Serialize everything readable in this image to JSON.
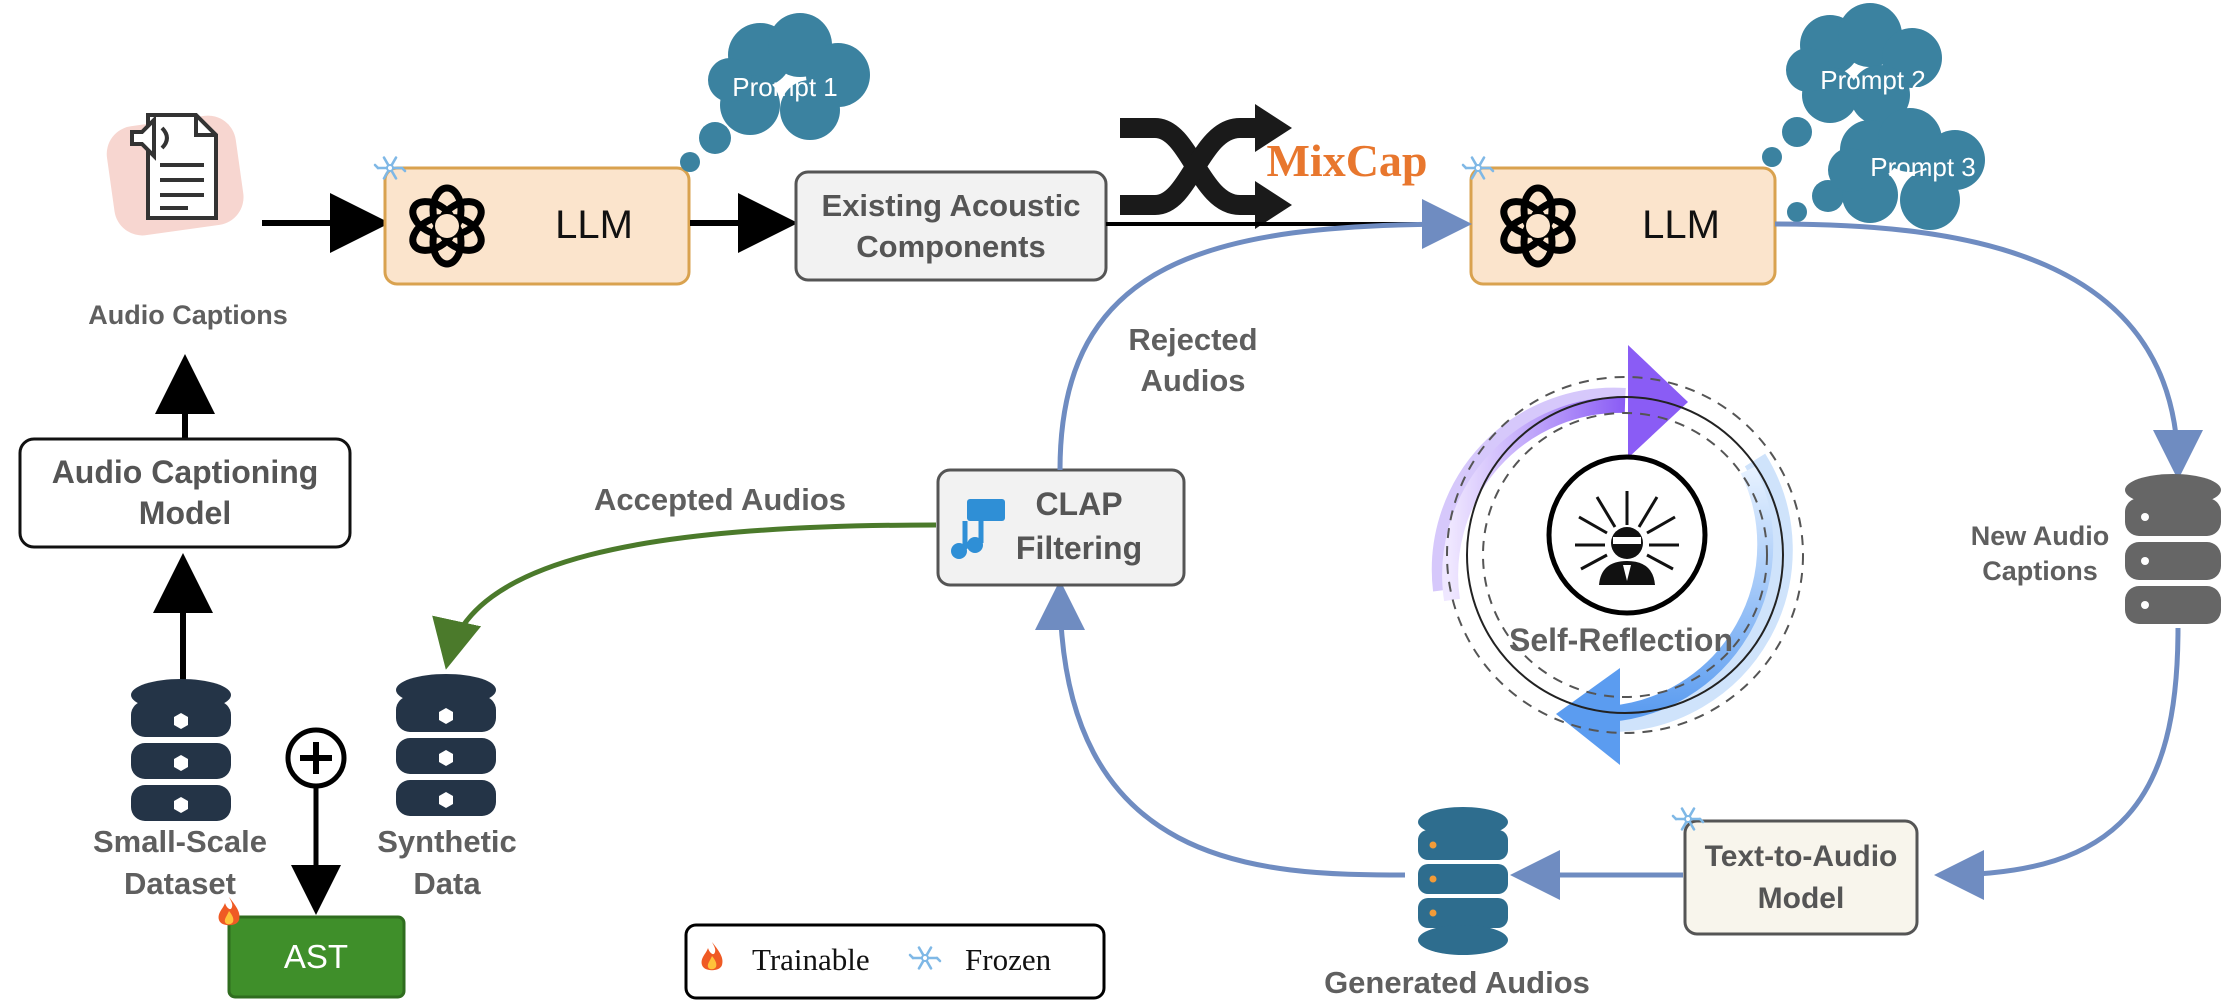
{
  "labels": {
    "audio_captions": "Audio Captions",
    "audio_captioning_model": [
      "Audio Captioning",
      "Model"
    ],
    "small_scale_dataset": [
      "Small-Scale",
      "Dataset"
    ],
    "synthetic_data": [
      "Synthetic",
      "Data"
    ],
    "ast": "AST",
    "llm_left": "LLM",
    "llm_right": "LLM",
    "existing_components": [
      "Existing Acoustic",
      "Components"
    ],
    "mixcap": "MixCap",
    "prompt1": "Prompt 1",
    "prompt2": "Prompt 2",
    "prompt3": "Prompt 3",
    "rejected_audios": [
      "Rejected",
      "Audios"
    ],
    "accepted_audios": "Accepted Audios",
    "clap_filtering": [
      "CLAP",
      "Filtering"
    ],
    "self_reflection": "Self-Reflection",
    "new_audio_captions": [
      "New Audio",
      "Captions"
    ],
    "text_to_audio_model": [
      "Text-to-Audio",
      "Model"
    ],
    "generated_audios": "Generated Audios"
  },
  "legend": {
    "trainable": "Trainable",
    "frozen": "Frozen"
  },
  "icons": {
    "trainable": "fire-icon",
    "frozen": "snowflake-icon",
    "openai": "openai-logo-icon",
    "shuffle": "shuffle-icon",
    "database": "database-icon",
    "plus": "plus-circle-icon",
    "audio_doc": "audio-document-icon"
  },
  "colors": {
    "llm_fill": "#fbe4cc",
    "llm_border": "#d9a24f",
    "cloud": "#3b82a0",
    "loop_arrow": "#6f8cc1",
    "accepted_arrow": "#4b7a2b",
    "ast_fill": "#3f8f2a",
    "db_dark": "#243447",
    "db_grey": "#666666",
    "db_blue": "#2e6d8e",
    "mixcap": "#e8772e"
  }
}
